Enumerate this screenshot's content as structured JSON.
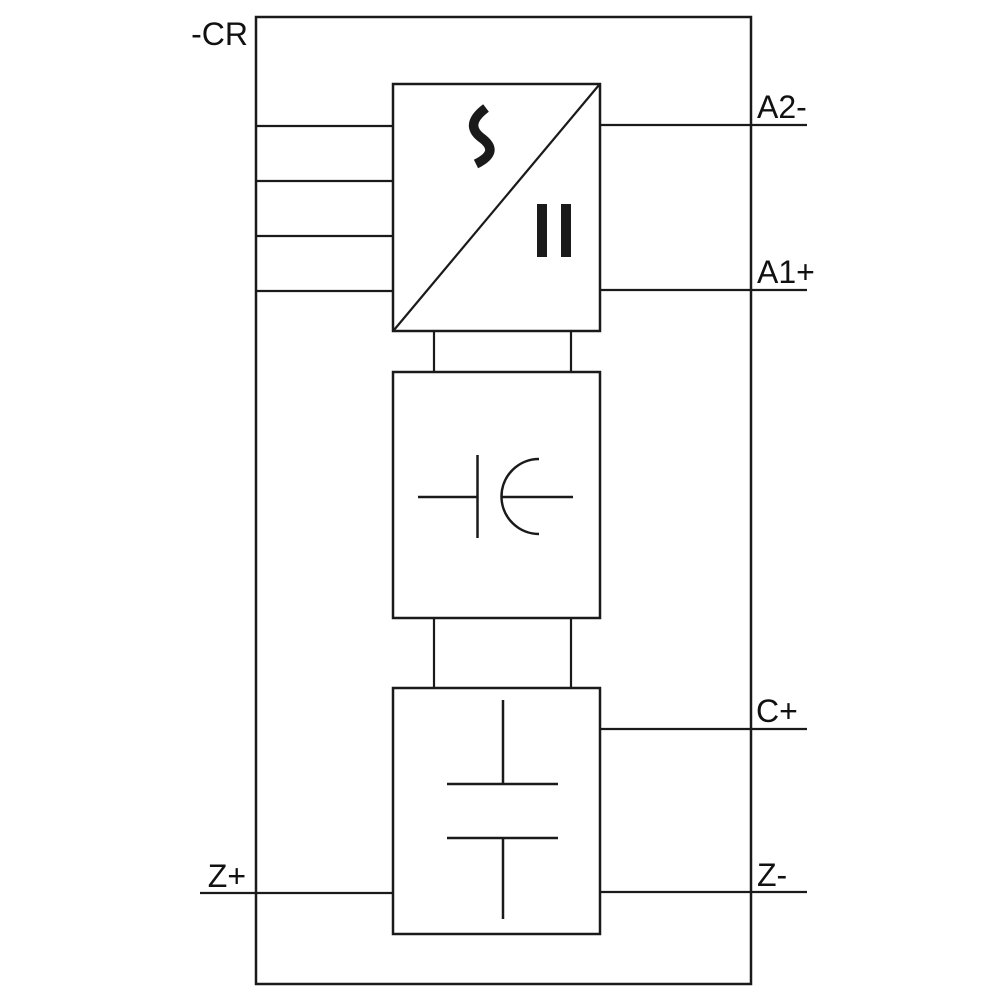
{
  "diagram": {
    "device_label": "-CR",
    "terminals": {
      "a2_minus": "A2-",
      "a1_plus": "A1+",
      "c_plus": "C+",
      "z_minus": "Z-",
      "z_plus": "Z+"
    },
    "blocks": {
      "converter": "ac-dc-converter",
      "middle": "polarized-capacitor",
      "bottom": "capacitor"
    },
    "symbols": {
      "ac_wave_icon": "thick vertical wavy stroke (~ rotated 90°, AC side)",
      "dc_bars_icon": "two solid vertical bars (= rotated 90°, DC side)",
      "converter_diagonal": "diagonal divider bottom-left to top-right",
      "polarized_capacitor_icon": "straight plate with curved plate opening right",
      "capacitor_icon": "two horizontal parallel plates with vertical leads"
    },
    "colors": {
      "line": "#1a1a1a",
      "text": "#111111",
      "background": "#ffffff"
    },
    "counts": {
      "ac_input_lines": 4
    }
  }
}
